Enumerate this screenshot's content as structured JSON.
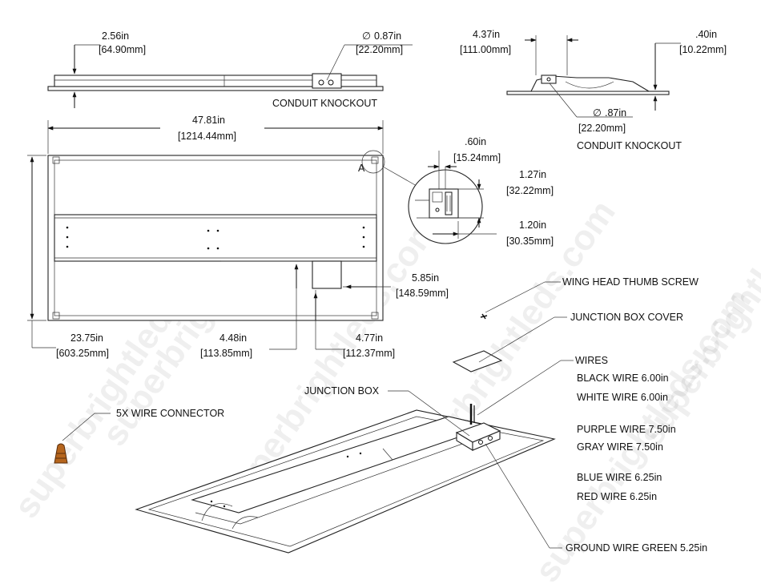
{
  "watermark": "superbrightleds.com",
  "top_view": {
    "depth_in": "2.56in",
    "depth_mm": "[64.90mm]",
    "knockout_dia_in": "0.87in",
    "knockout_dia_mm": "[22.20mm]",
    "knockout_label": "CONDUIT KNOCKOUT"
  },
  "side_view": {
    "width_in": "4.37in",
    "width_mm": "[111.00mm]",
    "height_in": ".40in",
    "height_mm": "[10.22mm]",
    "knockout_dia_in": ".87in",
    "knockout_dia_mm": "[22.20mm]",
    "knockout_label": "CONDUIT KNOCKOUT"
  },
  "front_view": {
    "length_in": "47.81in",
    "length_mm": "[1214.44mm]",
    "height_in": "23.75in",
    "height_mm": "[603.25mm]",
    "jbox_offset_in": "4.48in",
    "jbox_offset_mm": "[113.85mm]",
    "jbox_width_in": "4.77in",
    "jbox_width_mm": "[112.37mm]",
    "jbox_height_in": "5.85in",
    "jbox_height_mm": "[148.59mm]",
    "detail_marker": "A"
  },
  "detail_a": {
    "d1_in": ".60in",
    "d1_mm": "[15.24mm]",
    "d2_in": "1.27in",
    "d2_mm": "[32.22mm]",
    "d3_in": "1.20in",
    "d3_mm": "[30.35mm]"
  },
  "parts": {
    "thumb_screw": "WING HEAD THUMB SCREW",
    "jbox_cover": "JUNCTION BOX COVER",
    "junction_box": "JUNCTION BOX",
    "wire_connector": "5X WIRE CONNECTOR"
  },
  "wires": {
    "title": "WIRES",
    "black": "BLACK WIRE 6.00in",
    "white": "WHITE WIRE 6.00in",
    "purple": "PURPLE WIRE 7.50in",
    "gray": "GRAY WIRE 7.50in",
    "blue": "BLUE WIRE 6.25in",
    "red": "RED WIRE 6.25in",
    "ground": "GROUND WIRE GREEN 5.25in"
  },
  "colors": {
    "line": "#111111",
    "connector": "#b5651d"
  }
}
